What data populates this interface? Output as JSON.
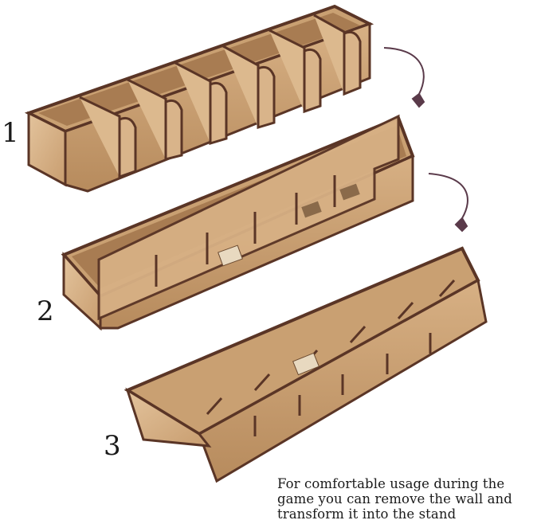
{
  "steps": [
    "1",
    "2",
    "3"
  ],
  "caption": [
    "For comfortable usage during the",
    "game you can remove the wall and",
    "transform it into the stand"
  ],
  "colors": {
    "wood": "#d9b48a",
    "wood_dark": "#b48a5f",
    "edge": "#5a3526",
    "arrow": "#5a3a4a"
  }
}
